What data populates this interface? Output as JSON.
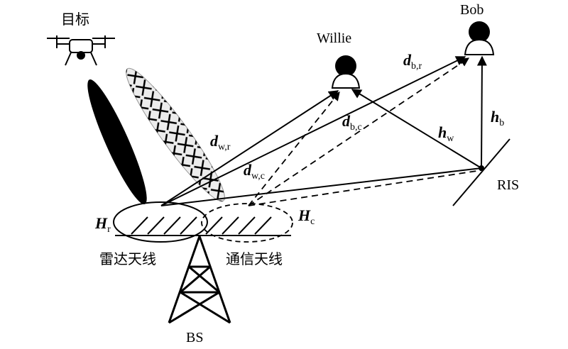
{
  "labels": {
    "target": "目标",
    "willie": "Willie",
    "bob": "Bob",
    "ris": "RIS",
    "bs": "BS",
    "radar_antenna": "雷达天线",
    "comm_antenna": "通信天线"
  },
  "symbols": {
    "d_br": {
      "main": "d",
      "sub": "b,r"
    },
    "d_bc": {
      "main": "d",
      "sub": "b,c"
    },
    "d_wr": {
      "main": "d",
      "sub": "w,r"
    },
    "d_wc": {
      "main": "d",
      "sub": "w,c"
    },
    "h_w": {
      "main": "h",
      "sub": "w"
    },
    "h_b": {
      "main": "h",
      "sub": "b"
    },
    "H_r": {
      "main": "H",
      "sub": "r"
    },
    "H_c": {
      "main": "H",
      "sub": "c"
    }
  }
}
